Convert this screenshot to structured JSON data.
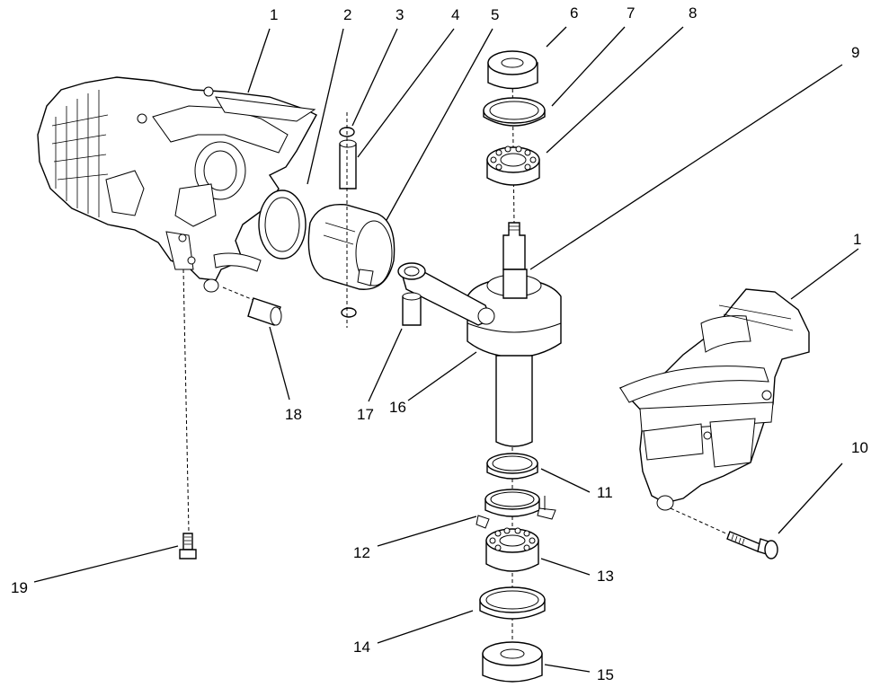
{
  "callouts": {
    "c1_top": "1",
    "c2": "2",
    "c3": "3",
    "c4": "4",
    "c5": "5",
    "c6": "6",
    "c7": "7",
    "c8": "8",
    "c9": "9",
    "c1_right": "1",
    "c10": "10",
    "c11": "11",
    "c12": "12",
    "c13": "13",
    "c14": "14",
    "c15": "15",
    "c16": "16",
    "c17": "17",
    "c18": "18",
    "c19": "19"
  }
}
